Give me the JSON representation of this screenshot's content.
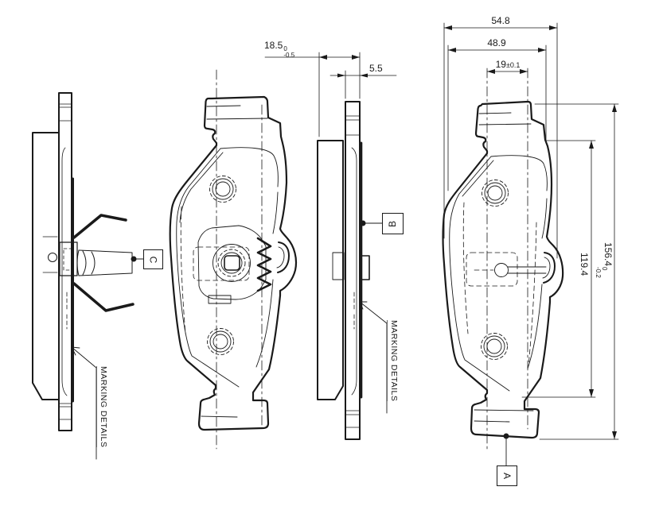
{
  "drawing_title": "brake-pad-technical-drawing",
  "views": {
    "c": {
      "label": "C",
      "marking_note": "MARKING DETAILS"
    },
    "b": {
      "label": "B",
      "marking_note": "MARKING DETAILS"
    },
    "a": {
      "label": "A"
    }
  },
  "dimensions": {
    "total_thickness": {
      "value": "18.5",
      "tol_top": "0",
      "tol_bottom": "-0.5"
    },
    "plate_thickness": {
      "value": "5.5"
    },
    "outer_width": {
      "value": "54.8"
    },
    "inner_width": {
      "value": "48.9"
    },
    "tab_width": {
      "value": "19",
      "tol": "±0.1"
    },
    "pad_height": {
      "value": "119.4"
    },
    "overall_height": {
      "value": "156.4",
      "tol_top": "0",
      "tol_bottom": "-0.2"
    }
  },
  "colors": {
    "line": "#1a1a1a",
    "background": "#ffffff"
  }
}
